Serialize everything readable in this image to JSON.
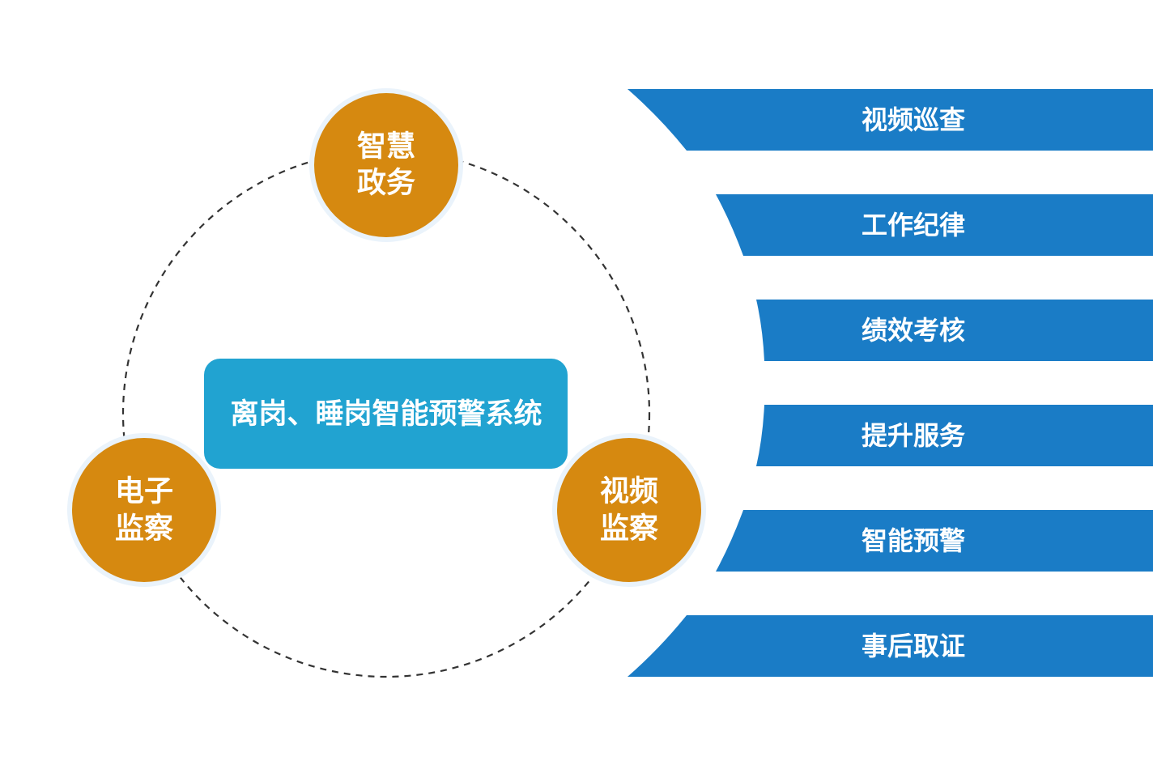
{
  "center_box": {
    "label": "离岗、睡岗智能预警系统",
    "color": "#21A3D1"
  },
  "nodes": [
    {
      "id": "top",
      "line1": "智慧",
      "line2": "政务"
    },
    {
      "id": "left",
      "line1": "电子",
      "line2": "监察"
    },
    {
      "id": "right",
      "line1": "视频",
      "line2": "监察"
    }
  ],
  "node_color": "#D68910",
  "node_ring_color": "#EAF3FB",
  "bands": [
    {
      "label": "视频巡查"
    },
    {
      "label": "工作纪律"
    },
    {
      "label": "绩效考核"
    },
    {
      "label": "提升服务"
    },
    {
      "label": "智能预警"
    },
    {
      "label": "事后取证"
    }
  ],
  "band_color": "#1A7CC6",
  "dash_color": "#333333"
}
